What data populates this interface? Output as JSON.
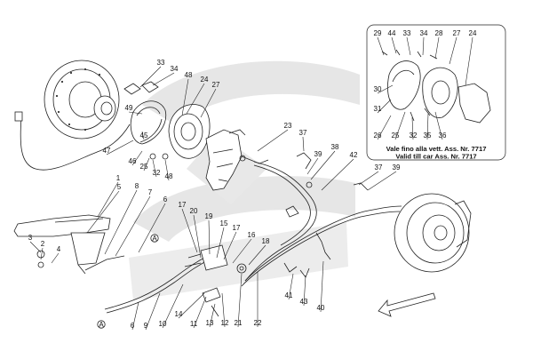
{
  "diagram": {
    "inset_note": {
      "line1": "Vale fino alla vett. Ass. Nr. 7717",
      "line2": "Valid till car Ass. Nr. 7717"
    },
    "connector_letter": "A",
    "callouts": [
      {
        "id": "c1",
        "text": "1"
      },
      {
        "id": "c2",
        "text": "2"
      },
      {
        "id": "c3",
        "text": "3"
      },
      {
        "id": "c4",
        "text": "4"
      },
      {
        "id": "c5",
        "text": "5"
      },
      {
        "id": "c6a",
        "text": "6"
      },
      {
        "id": "c6b",
        "text": "6"
      },
      {
        "id": "c7",
        "text": "7"
      },
      {
        "id": "c8",
        "text": "8"
      },
      {
        "id": "c9",
        "text": "9"
      },
      {
        "id": "c10",
        "text": "10"
      },
      {
        "id": "c11",
        "text": "11"
      },
      {
        "id": "c12",
        "text": "12"
      },
      {
        "id": "c13",
        "text": "13"
      },
      {
        "id": "c14",
        "text": "14"
      },
      {
        "id": "c15",
        "text": "15"
      },
      {
        "id": "c16",
        "text": "16"
      },
      {
        "id": "c17a",
        "text": "17"
      },
      {
        "id": "c17b",
        "text": "17"
      },
      {
        "id": "c18",
        "text": "18"
      },
      {
        "id": "c19",
        "text": "19"
      },
      {
        "id": "c20",
        "text": "20"
      },
      {
        "id": "c21",
        "text": "21"
      },
      {
        "id": "c22",
        "text": "22"
      },
      {
        "id": "c23",
        "text": "23"
      },
      {
        "id": "c24a",
        "text": "24"
      },
      {
        "id": "c24b",
        "text": "24"
      },
      {
        "id": "c25a",
        "text": "25"
      },
      {
        "id": "c25b",
        "text": "25"
      },
      {
        "id": "c26",
        "text": "26"
      },
      {
        "id": "c27a",
        "text": "27"
      },
      {
        "id": "c27b",
        "text": "27"
      },
      {
        "id": "c28",
        "text": "28"
      },
      {
        "id": "c29",
        "text": "29"
      },
      {
        "id": "c30",
        "text": "30"
      },
      {
        "id": "c31",
        "text": "31"
      },
      {
        "id": "c32a",
        "text": "32"
      },
      {
        "id": "c32b",
        "text": "32"
      },
      {
        "id": "c33a",
        "text": "33"
      },
      {
        "id": "c33b",
        "text": "33"
      },
      {
        "id": "c34a",
        "text": "34"
      },
      {
        "id": "c34b",
        "text": "34"
      },
      {
        "id": "c35",
        "text": "35"
      },
      {
        "id": "c36",
        "text": "36"
      },
      {
        "id": "c37a",
        "text": "37"
      },
      {
        "id": "c37b",
        "text": "37"
      },
      {
        "id": "c38",
        "text": "38"
      },
      {
        "id": "c39a",
        "text": "39"
      },
      {
        "id": "c39b",
        "text": "39"
      },
      {
        "id": "c40",
        "text": "40"
      },
      {
        "id": "c41",
        "text": "41"
      },
      {
        "id": "c42",
        "text": "42"
      },
      {
        "id": "c43",
        "text": "43"
      },
      {
        "id": "c44",
        "text": "44"
      },
      {
        "id": "c45",
        "text": "45"
      },
      {
        "id": "c46",
        "text": "46"
      },
      {
        "id": "c47",
        "text": "47"
      },
      {
        "id": "c48a",
        "text": "48"
      },
      {
        "id": "c48b",
        "text": "48"
      },
      {
        "id": "c49",
        "text": "49"
      }
    ]
  }
}
